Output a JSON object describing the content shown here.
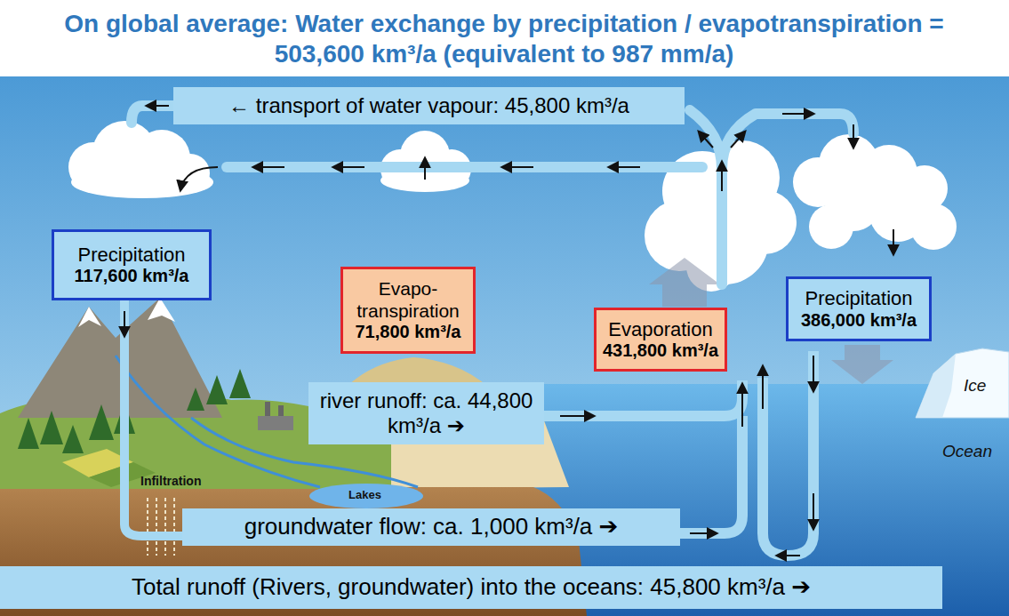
{
  "diagram": {
    "title": "On global average: Water exchange by precipitation / evapotranspiration = 503,600 km³/a (equivalent to 987 mm/a)",
    "nodes": [
      {
        "text": [
          "← transport of water vapour: 45,800 km³/a"
        ]
      },
      {
        "text": [
          "Precipitation",
          "117,600 km³/a"
        ]
      },
      {
        "text": [
          "Evapo- transpiration",
          "71,800 km³/a"
        ]
      },
      {
        "text": [
          "Evaporation",
          "431,800 km³/a"
        ]
      },
      {
        "text": [
          "Precipitation",
          "386,000 km³/a"
        ]
      },
      {
        "text": [
          "river runoff: ca. 44,800 km³/a ➔"
        ]
      },
      {
        "text": [
          "groundwater flow: ca. 1,000 km³/a ➔"
        ]
      },
      {
        "text": [
          "Total runoff (Rivers, groundwater) into the oceans: 45,800 km³/a ➔"
        ]
      }
    ],
    "labels": [
      "Infiltration",
      "Lakes",
      "Ice",
      "Ocean"
    ]
  }
}
